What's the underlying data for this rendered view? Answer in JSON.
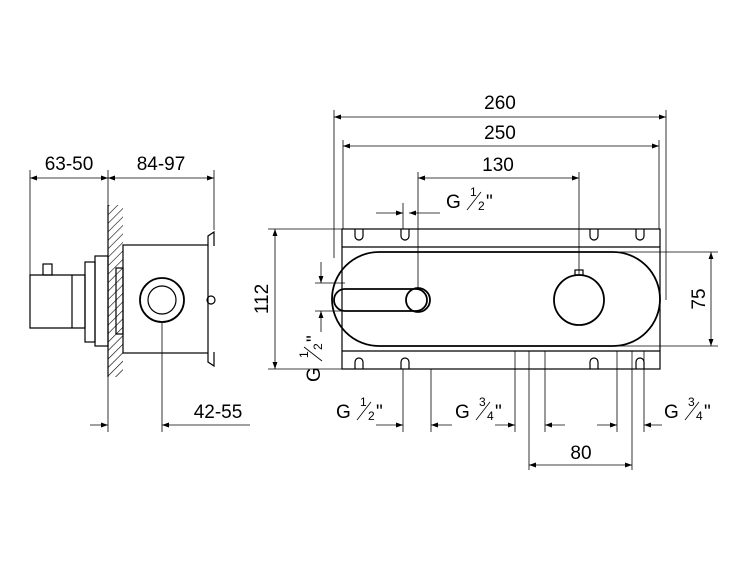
{
  "dimensions": {
    "side_top_left": "63-50",
    "side_top_right": "84-97",
    "side_bottom": "42-55",
    "width_total": "260",
    "width_plate": "250",
    "width_centers": "130",
    "height_total": "112",
    "height_plate": "75",
    "spacing_bottom": "80"
  },
  "threads": {
    "g_label": "G",
    "inch_mark": "\"",
    "half_num": "1",
    "half_den": "2",
    "three_quarter_num": "3",
    "three_quarter_den": "4"
  }
}
